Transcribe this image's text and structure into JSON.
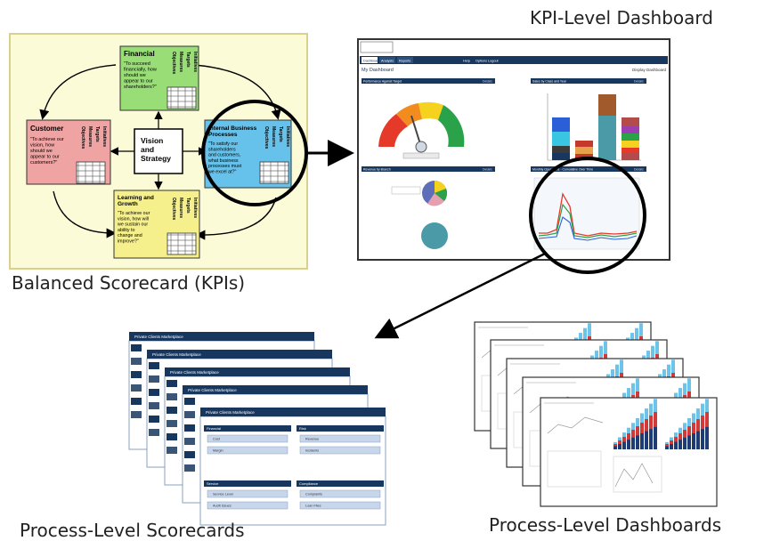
{
  "captions": {
    "kpi_dashboard": "KPI-Level Dashboard",
    "balanced_scorecard": "Balanced Scorecard (KPIs)",
    "process_scorecards": "Process-Level Scorecards",
    "process_dashboards": "Process-Level Dashboards"
  },
  "scorecard": {
    "financial": {
      "title": "Financial",
      "text": [
        "\"To succeed",
        "financially, how",
        "should we",
        "appear to our",
        "shareholders?\""
      ]
    },
    "customer": {
      "title": "Customer",
      "text": [
        "\"To achieve our",
        "vision, how",
        "should we",
        "appear to our",
        "customers?\""
      ]
    },
    "internal": {
      "title": [
        "Internal Business",
        "Processes"
      ],
      "text": [
        "\"To satisfy our",
        "shareholders",
        "and customers,",
        "what business",
        "processes must",
        "we excel at?\""
      ]
    },
    "learning": {
      "title": [
        "Learning and",
        "Growth"
      ],
      "text": [
        "\"To achieve our",
        "vision, how will",
        "we sustain our",
        "ability to",
        "change and",
        "improve?\""
      ]
    },
    "vision": [
      "Vision",
      "and",
      "Strategy"
    ],
    "columns": [
      "Objectives",
      "Measures",
      "Targets",
      "Initiatives"
    ]
  },
  "dashboard": {
    "tabs": [
      "Dashboard",
      "Analysis",
      "Reports"
    ],
    "nav": [
      "Help",
      "Options",
      "Logout"
    ],
    "page_title": "My Dashboard",
    "page_action": "Display Dashboard",
    "panels": [
      "Performance Against Target",
      "Sales by Class and Year",
      "Revenue by Branch",
      "Monthly Operations - Cumulative Over Time"
    ],
    "panel_link": "Details"
  },
  "process_scorecard": {
    "title": "Private Clients Marketplace",
    "sections": [
      "Financial",
      "Risk",
      "Service",
      "Compliance"
    ],
    "items": [
      "Cost",
      "Margin",
      "Revenue",
      "Incidents",
      "Service Level",
      "Audit Issues",
      "Complaints",
      "Loan Files"
    ]
  },
  "colors": {
    "financial": "#99dd77",
    "customer": "#f0a3a3",
    "internal": "#66c2ea",
    "learning": "#f5f08c",
    "scorecard_bg": "#fcfbd8",
    "nav_dark": "#17375e",
    "link_blue": "#c7d6ea"
  }
}
